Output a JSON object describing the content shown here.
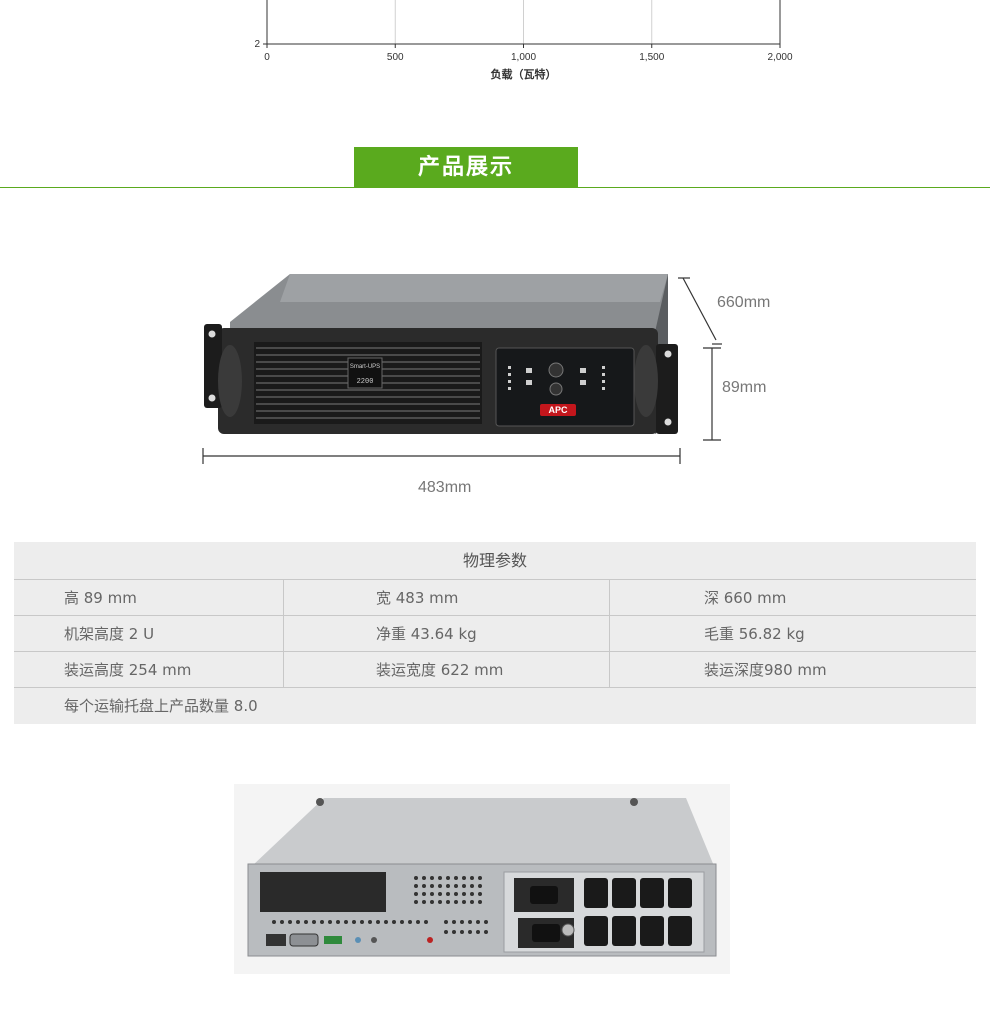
{
  "chart_data": {
    "type": "line",
    "title": "",
    "xlabel": "负载（瓦特）",
    "ylabel": "",
    "x_ticks": [
      "0",
      "500",
      "1,000",
      "1,500",
      "2,000"
    ],
    "x_tick_values": [
      0,
      500,
      1000,
      1500,
      2000
    ],
    "y_ticks_visible": [
      "2"
    ],
    "xlim": [
      0,
      2000
    ],
    "grid": true,
    "series": []
  },
  "section": {
    "title": "产品展示"
  },
  "front_view": {
    "depth_label": "660mm",
    "height_label": "89mm",
    "width_label": "483mm",
    "brand": "APC",
    "model_badge": "Smart-UPS",
    "model_number": "2200"
  },
  "spec_table": {
    "title": "物理参数",
    "rows": [
      [
        "高 89 mm",
        "宽 483 mm",
        "深 660 mm"
      ],
      [
        "机架高度 2 U",
        "净重 43.64 kg",
        "毛重 56.82 kg"
      ],
      [
        "装运高度 254 mm",
        "装运宽度 622 mm",
        "装运深度980 mm"
      ]
    ],
    "footer_row": "每个运输托盘上产品数量 8.0"
  },
  "colors": {
    "accent_green": "#5aaa1e",
    "table_bg": "#ededed",
    "table_border": "#c8c8c8",
    "ups_body": "#2b2b2b",
    "ups_rear": "#b9bcbf"
  }
}
